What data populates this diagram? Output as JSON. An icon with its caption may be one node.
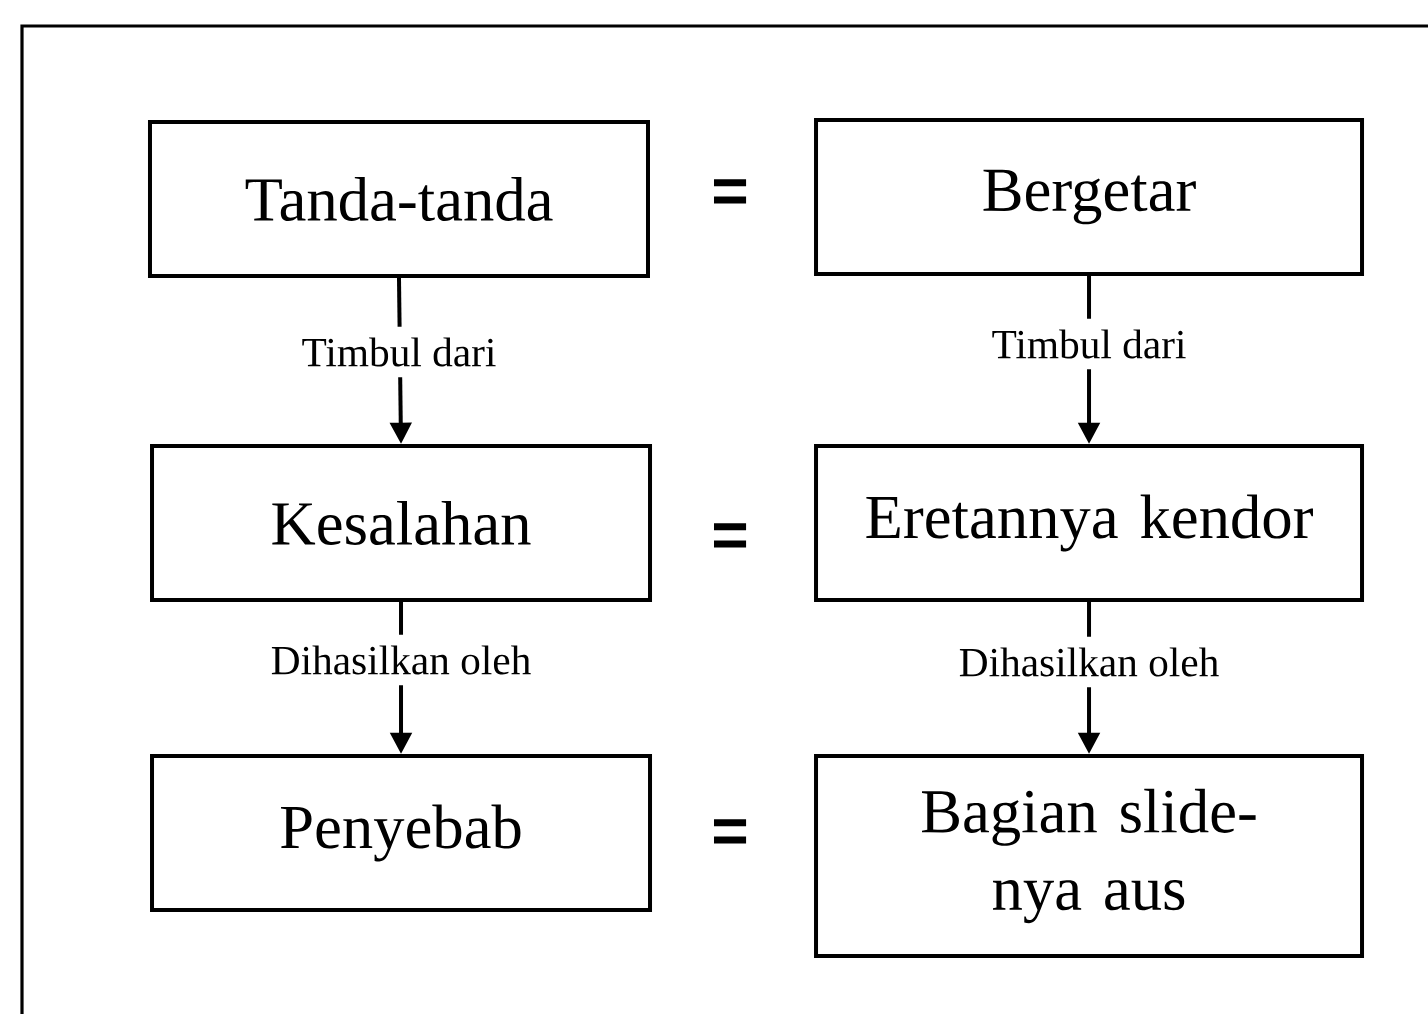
{
  "diagram": {
    "nodes": [
      {
        "text": [
          "Tanda-tanda"
        ]
      },
      {
        "text": [
          "Bergetar"
        ]
      },
      {
        "text": [
          "Kesalahan"
        ]
      },
      {
        "text": [
          "Eretannya kendor"
        ]
      },
      {
        "text": [
          "Penyebab"
        ]
      },
      {
        "text": [
          "Bagian slide-nya aus"
        ]
      }
    ],
    "edges": [
      {
        "from": 0,
        "to": 2,
        "arrow": "to",
        "label": "Timbul dari"
      },
      {
        "from": 1,
        "to": 3,
        "arrow": "to",
        "label": "Timbul dari"
      },
      {
        "from": 2,
        "to": 4,
        "arrow": "to",
        "label": "Dihasilkan oleh"
      },
      {
        "from": 3,
        "to": 5,
        "arrow": "to",
        "label": "Dihasilkan oleh"
      }
    ],
    "labels": [
      "=",
      "=",
      "="
    ]
  }
}
